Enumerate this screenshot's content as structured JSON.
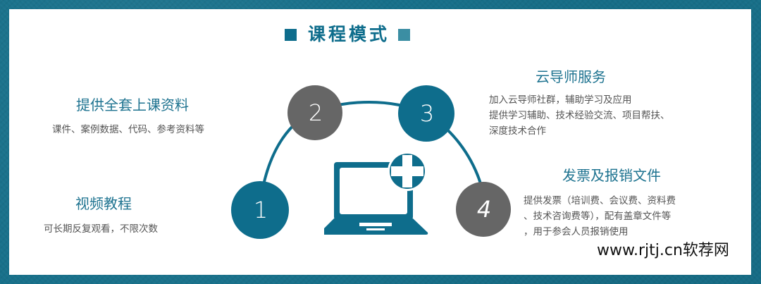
{
  "colors": {
    "frame": "#17708a",
    "primary_teal": "#0e6d8c",
    "title_right_square": "#3b8ea3",
    "heading_teal": "#1e7390",
    "gray_circle": "#666666",
    "desc_gray": "#555555"
  },
  "title": {
    "text": "课程模式",
    "left_square_icon": "square-icon",
    "right_square_icon": "square-icon"
  },
  "sections": [
    {
      "number": "1",
      "heading": "视频教程",
      "description": [
        "可长期反复观看，不限次数"
      ],
      "circle_color": "teal"
    },
    {
      "number": "2",
      "heading": "提供全套上课资料",
      "description": [
        "课件、案例数据、代码、参考资料等"
      ],
      "circle_color": "gray"
    },
    {
      "number": "3",
      "heading": "云导师服务",
      "description": [
        "加入云导师社群，辅助学习及应用",
        "提供学习辅助、技术经验交流、项目帮扶、",
        "深度技术合作"
      ],
      "circle_color": "teal"
    },
    {
      "number": "4",
      "heading": "发票及报销文件",
      "description": [
        "提供发票（培训费、会议费、资料费",
        "、技术咨询费等），配有盖章文件等",
        "，用于参会人员报销使用"
      ],
      "circle_color": "gray"
    }
  ],
  "center_illustration": {
    "icon": "laptop-plus-icon"
  },
  "watermark": "www.rjtj.cn软荐网"
}
